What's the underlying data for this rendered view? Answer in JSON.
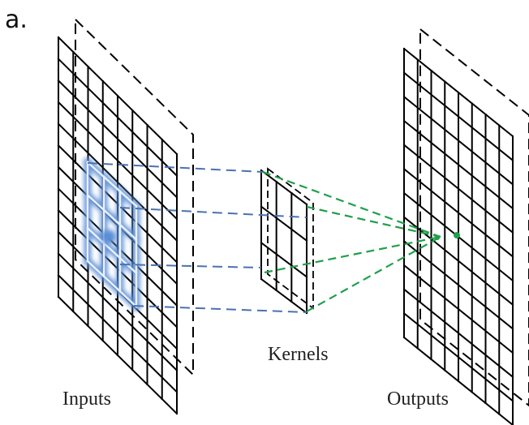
{
  "figure": {
    "panel_label": "a.",
    "labels": {
      "inputs": "Inputs",
      "kernels": "Kernels",
      "outputs": "Outputs"
    }
  },
  "grids": {
    "input": {
      "rows": 12,
      "cols": 8
    },
    "kernel": {
      "rows": 3,
      "cols": 3
    },
    "output": {
      "rows": 12,
      "cols": 8
    },
    "receptive_field": {
      "rows": 3,
      "cols": 3
    }
  },
  "colors": {
    "grid_line": "#000000",
    "receptive_field": "#5b8ed6",
    "input_to_kernel_dash": "#4a72b0",
    "kernel_to_output_dash": "#1fa04a",
    "output_point": "#1fa04a"
  }
}
